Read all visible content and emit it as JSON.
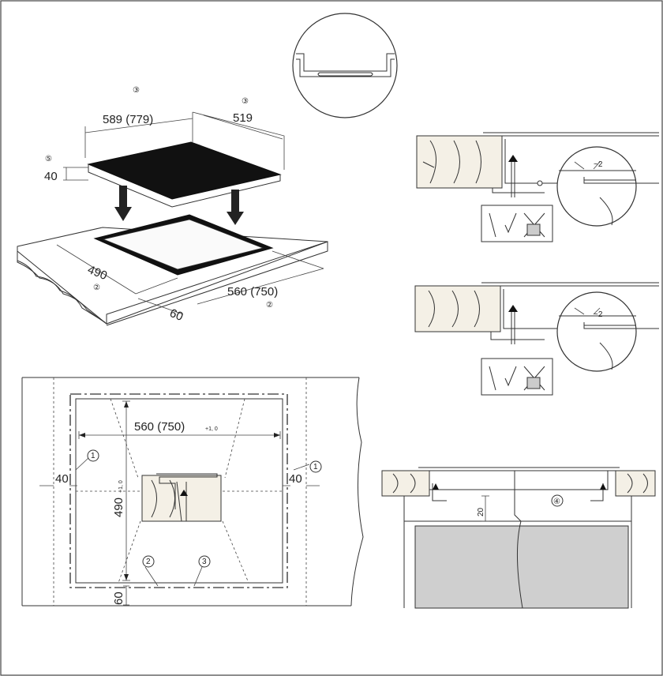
{
  "overview": {
    "width_label": "589 (779)",
    "depth_label": "519",
    "height_label": "40",
    "cutout_depth_label": "490",
    "cutout_width_label": "560 (750)",
    "front_gap_label": "60",
    "note_3a": "③",
    "note_3b": "③",
    "note_5": "⑤",
    "note_2a": "②",
    "note_2b": "②"
  },
  "detail_clamp_1": {
    "gap_label": "~2"
  },
  "detail_clamp_2": {
    "gap_label": "~2"
  },
  "plan": {
    "width_label": "560 (750)",
    "width_tol": "+1, 0",
    "depth_label": "490",
    "depth_tol": "+1, 0",
    "left_gap": "40",
    "right_gap": "40",
    "front_gap": "60",
    "note_1a": "1",
    "note_1b": "1",
    "note_2": "2",
    "note_3": "3"
  },
  "section": {
    "clearance_label": "20",
    "note_4": "④"
  }
}
